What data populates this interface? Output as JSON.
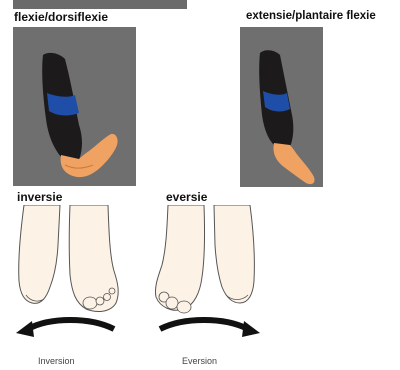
{
  "top_strip_color": "#6b6b6b",
  "panel_color": "#6f6f6f",
  "sock_color": "#1d1a1c",
  "band_color": "#1f4ea8",
  "skin_color": "#f0a262",
  "captions": {
    "flexion": "flexie/dorsiflexie",
    "extension": "extensie/plantaire flexie",
    "inversion": "inversie",
    "eversion": "eversie"
  },
  "sublabels": {
    "inversion": "Inversion",
    "eversion": "Eversion"
  },
  "icons": {
    "leg_flexion": "leg-dorsiflexion",
    "leg_extension": "leg-plantar-flexion",
    "feet_inversion": "feet-inversion",
    "feet_eversion": "feet-eversion"
  }
}
